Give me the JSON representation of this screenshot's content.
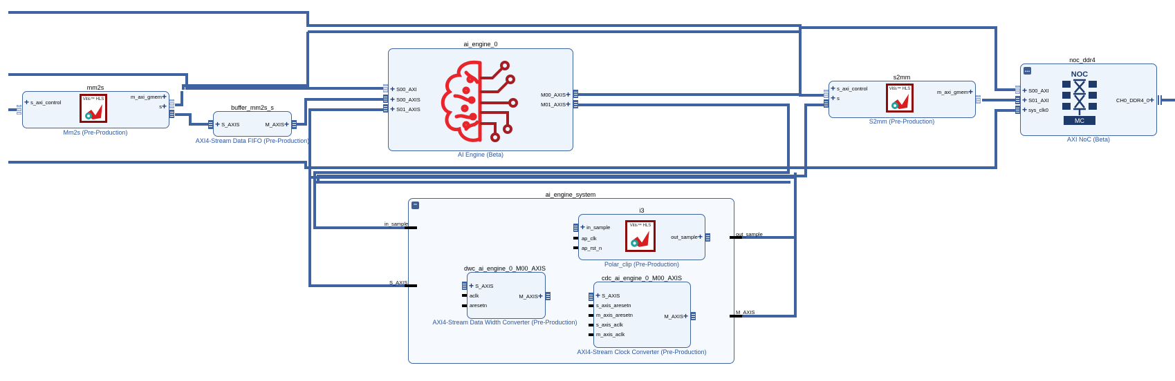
{
  "diagram": {
    "colors": {
      "bus": "#3f63a1",
      "block_fill": "#edf4fc",
      "hier_fill": "#f6fafe",
      "ip_name_text": "#2c55a0",
      "hls_border": "#8b0b0b",
      "ai_engine_red": "#e8252a",
      "ai_engine_dark_red": "#a31e22",
      "noc_navy": "#1d3a6b"
    },
    "blocks": {
      "mm2s": {
        "instance": "mm2s",
        "ip": "Mm2s (Pre-Production)",
        "logo": "Vitis™ HLS",
        "ports_in": [
          "s_axi_control"
        ],
        "ports_out": [
          "m_axi_gmem",
          "s"
        ]
      },
      "buffer_mm2s_s": {
        "instance": "buffer_mm2s_s",
        "ip": "AXI4-Stream Data FIFO (Pre-Production)",
        "ports_in": [
          "S_AXIS"
        ],
        "ports_out": [
          "M_AXIS"
        ]
      },
      "ai_engine_0": {
        "instance": "ai_engine_0",
        "ip": "AI Engine (Beta)",
        "ports_in": [
          "S00_AXI",
          "S00_AXIS",
          "S01_AXIS"
        ],
        "ports_out": [
          "M00_AXIS",
          "M01_AXIS"
        ]
      },
      "s2mm": {
        "instance": "s2mm",
        "ip": "S2mm (Pre-Production)",
        "logo": "Vitis™ HLS",
        "ports_in": [
          "s_axi_control",
          "s"
        ],
        "ports_out": [
          "m_axi_gmem"
        ]
      },
      "noc_ddr4": {
        "instance": "noc_ddr4",
        "ip": "AXI NoC (Beta)",
        "logo_top": "NOC",
        "logo_bottom": "MC",
        "expand_btn": "...",
        "ports_in": [
          "S00_AXI",
          "S01_AXI",
          "sys_clk0"
        ],
        "ports_out": [
          "CH0_DDR4_0"
        ]
      },
      "ai_engine_system": {
        "instance": "ai_engine_system",
        "collapse_btn": "−",
        "ext_ports": [
          "in_sample",
          "S_AXIS",
          "out_sample",
          "M_AXIS"
        ]
      },
      "i3": {
        "instance": "i3",
        "ip": "Polar_clip (Pre-Production)",
        "logo": "Vitis™ HLS",
        "ports_in": [
          "in_sample",
          "ap_clk",
          "ap_rst_n"
        ],
        "ports_out": [
          "out_sample"
        ]
      },
      "dwc": {
        "instance": "dwc_ai_engine_0_M00_AXIS",
        "ip": "AXI4-Stream Data Width Converter (Pre-Production)",
        "ports_in": [
          "S_AXIS",
          "aclk",
          "aresetn"
        ],
        "ports_out": [
          "M_AXIS"
        ]
      },
      "cdc": {
        "instance": "cdc_ai_engine_0_M00_AXIS",
        "ip": "AXI4-Stream Clock Converter (Pre-Production)",
        "ports_in": [
          "S_AXIS",
          "s_axis_aresetn",
          "m_axis_aresetn",
          "s_axis_aclk",
          "m_axis_aclk"
        ],
        "ports_out": [
          "M_AXIS"
        ]
      }
    }
  }
}
